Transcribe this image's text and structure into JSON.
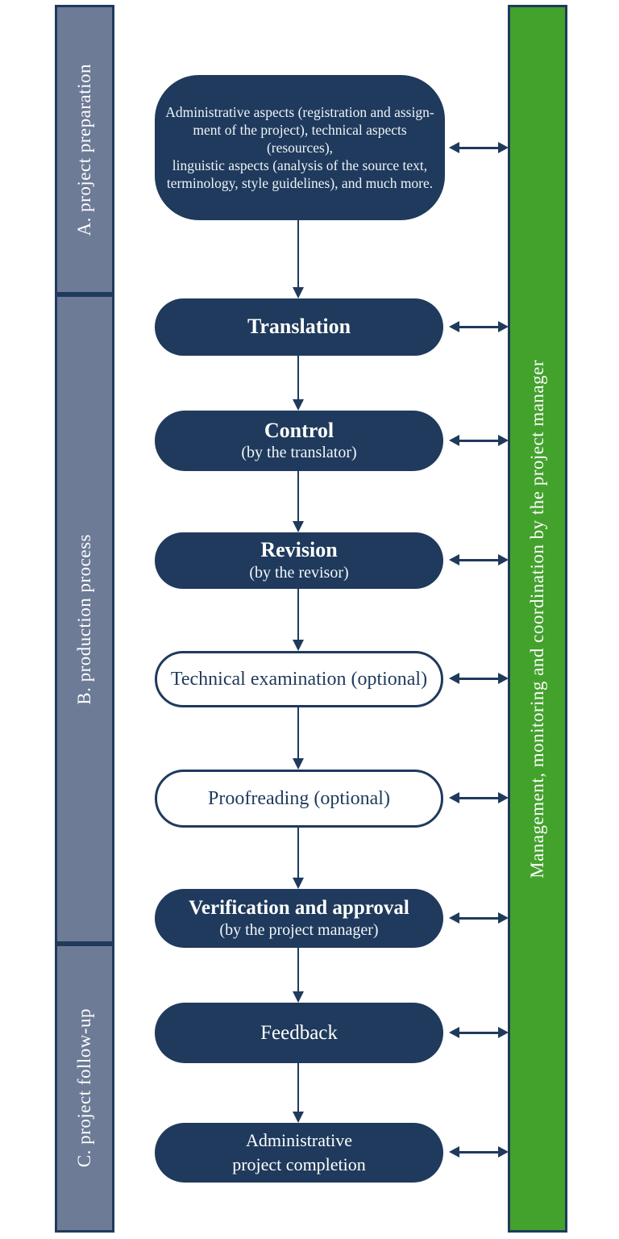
{
  "sidebar": {
    "sections": [
      {
        "label": "A. project preparation"
      },
      {
        "label": "B. production process"
      },
      {
        "label": "C. project follow-up"
      }
    ]
  },
  "manager_bar": {
    "label": "Management, monitoring and coordination by the project manager"
  },
  "flow": {
    "steps": [
      {
        "title": "Administrative aspects (registration and assign-\nment of the project), technical aspects (resources),\nlinguistic aspects (analysis of the source text,\nterminology, style guidelines), and much more.",
        "style": "filled"
      },
      {
        "title": "Translation",
        "style": "filled-bold"
      },
      {
        "title": "Control",
        "subtitle": "(by the translator)",
        "style": "filled-bold"
      },
      {
        "title": "Revision",
        "subtitle": "(by the revisor)",
        "style": "filled-bold"
      },
      {
        "title": "Technical examination (optional)",
        "style": "outline"
      },
      {
        "title": "Proofreading (optional)",
        "style": "outline"
      },
      {
        "title": "Verification and approval",
        "subtitle": "(by the project manager)",
        "style": "filled-bold"
      },
      {
        "title": "Feedback",
        "style": "filled"
      },
      {
        "title": "Administrative\nproject completion",
        "style": "filled"
      }
    ]
  },
  "colors": {
    "navy": "#1f3a5c",
    "steel_blue": "#6d7b96",
    "green": "#43a22c",
    "text_light": "#eef3f8"
  }
}
